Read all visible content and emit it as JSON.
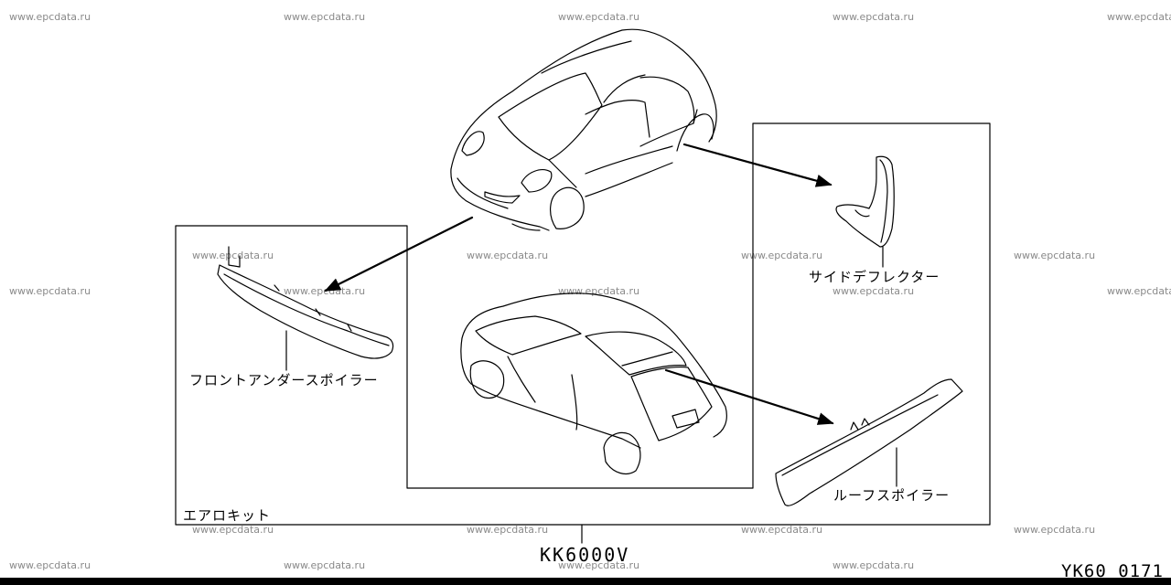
{
  "watermark": "www.epcdata.ru",
  "labels": {
    "side_deflector": "サイドデフレクター",
    "front_under_spoiler": "フロントアンダースポイラー",
    "roof_spoiler": "ルーフスポイラー",
    "aero_kit": "エアロキット"
  },
  "part_number": "KK6000V",
  "diagram_code": "YK60 0171"
}
